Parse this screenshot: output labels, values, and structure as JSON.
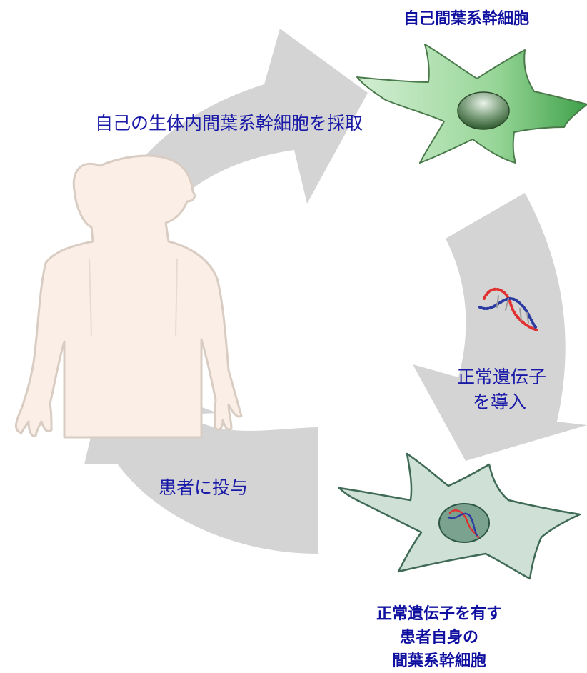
{
  "cell_top": {
    "title": "自己間葉系幹細胞"
  },
  "steps": {
    "harvest": "自己の生体内間葉系幹細胞を採取",
    "introduce_line1": "正常遺伝子",
    "introduce_line2": "を導入",
    "administer": "患者に投与"
  },
  "cell_bottom": {
    "title_lines": [
      "正常遺伝子を有す",
      "患者自身の",
      "間葉系幹細胞"
    ]
  },
  "colors": {
    "arrow": "#d4d4d4",
    "text": "#1a1aa8",
    "cell_top": "#8fcf8f",
    "cell_bottom": "#cfe0d6",
    "body_fill": "#fbeee6",
    "dna_red": "#e03030",
    "dna_blue": "#2a3aa0"
  },
  "icons": [
    "human-figure-icon",
    "stem-cell-icon",
    "dna-icon",
    "modified-stem-cell-icon"
  ]
}
